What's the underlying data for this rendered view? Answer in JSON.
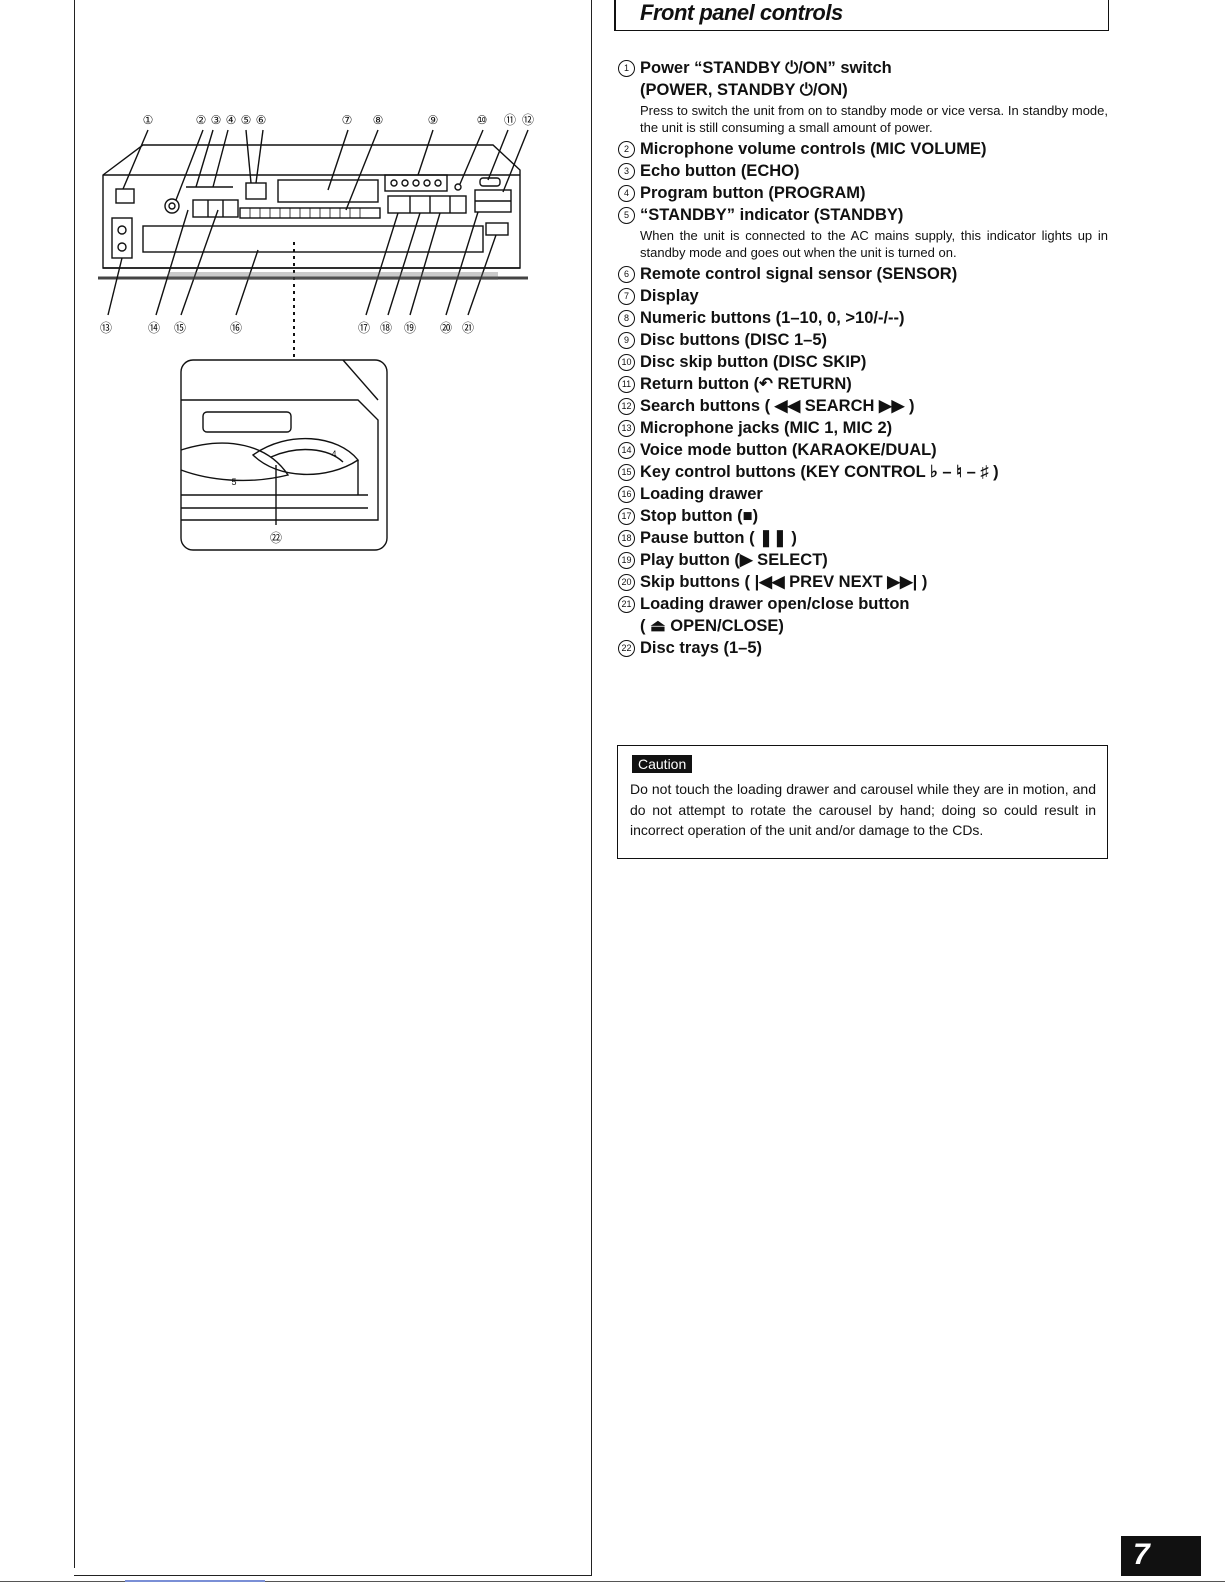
{
  "page": {
    "section_title": "Front panel controls",
    "page_number": "7"
  },
  "diagram": {
    "callouts": [
      "①",
      "②",
      "③",
      "④",
      "⑤",
      "⑥",
      "⑦",
      "⑧",
      "⑨",
      "⑩",
      "⑪",
      "⑫",
      "⑬",
      "⑭",
      "⑮",
      "⑯",
      "⑰",
      "⑱",
      "⑲",
      "⑳",
      "㉑",
      "㉒"
    ],
    "disc_tray_numbers": [
      "4",
      "5"
    ]
  },
  "items": [
    {
      "num": "1",
      "label": "Power “STANDBY ⏻/ON” switch",
      "sub": "(POWER, STANDBY ⏻/ON)",
      "desc": "Press to switch the unit from on to standby mode or vice versa. In standby mode, the unit is still consuming a small amount of power."
    },
    {
      "num": "2",
      "label": "Microphone volume controls (MIC VOLUME)"
    },
    {
      "num": "3",
      "label": "Echo button (ECHO)"
    },
    {
      "num": "4",
      "label": "Program button (PROGRAM)"
    },
    {
      "num": "5",
      "label": "“STANDBY” indicator (STANDBY)",
      "desc": "When the unit is connected to the AC mains supply, this indicator lights up in standby mode and goes out when the unit is turned on."
    },
    {
      "num": "6",
      "label": "Remote control signal sensor (SENSOR)"
    },
    {
      "num": "7",
      "label": "Display"
    },
    {
      "num": "8",
      "label": "Numeric buttons (1–10, 0, >10/-/--)"
    },
    {
      "num": "9",
      "label": "Disc buttons (DISC 1–5)"
    },
    {
      "num": "10",
      "label": "Disc skip button (DISC SKIP)"
    },
    {
      "num": "11",
      "label": "Return button (↶ RETURN)"
    },
    {
      "num": "12",
      "label": "Search buttons ( ◀◀ SEARCH ▶▶ )"
    },
    {
      "num": "13",
      "label": "Microphone jacks (MIC 1, MIC 2)"
    },
    {
      "num": "14",
      "label": "Voice mode button (KARAOKE/DUAL)"
    },
    {
      "num": "15",
      "label": "Key control buttons (KEY CONTROL ♭ – ♮ – ♯ )"
    },
    {
      "num": "16",
      "label": "Loading drawer"
    },
    {
      "num": "17",
      "label": "Stop button (■)"
    },
    {
      "num": "18",
      "label": "Pause button ( ❚❚ )"
    },
    {
      "num": "19",
      "label": "Play button (▶ SELECT)"
    },
    {
      "num": "20",
      "label": "Skip buttons ( |◀◀ PREV NEXT ▶▶| )"
    },
    {
      "num": "21",
      "label": "Loading drawer open/close button",
      "sub": "( ⏏ OPEN/CLOSE)"
    },
    {
      "num": "22",
      "label": "Disc trays (1–5)"
    }
  ],
  "caution": {
    "label": "Caution",
    "text": "Do not touch the loading drawer and carousel while they are in motion, and do not attempt to rotate the carousel by hand; doing so could result in incorrect operation of the unit and/or damage to the CDs."
  }
}
